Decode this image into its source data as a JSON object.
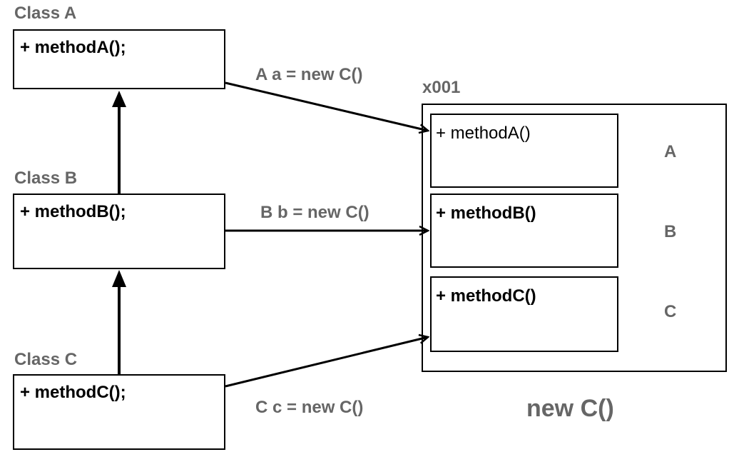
{
  "classes": [
    {
      "title": "Class A",
      "method": "+ methodA();"
    },
    {
      "title": "Class B",
      "method": "+ methodB();"
    },
    {
      "title": "Class C",
      "method": "+ methodC();"
    }
  ],
  "assignments": {
    "a": "A a = new C()",
    "b": "B b = new C()",
    "c": "C c = new C()"
  },
  "object": {
    "address": "x001",
    "caption": "new C()",
    "sections": [
      {
        "method": "+ methodA()",
        "letter": "A"
      },
      {
        "method": "+ methodB()",
        "letter": "B"
      },
      {
        "method": "+ methodC()",
        "letter": "C"
      }
    ]
  },
  "colors": {
    "label_gray": "#666666",
    "line": "#000000"
  }
}
